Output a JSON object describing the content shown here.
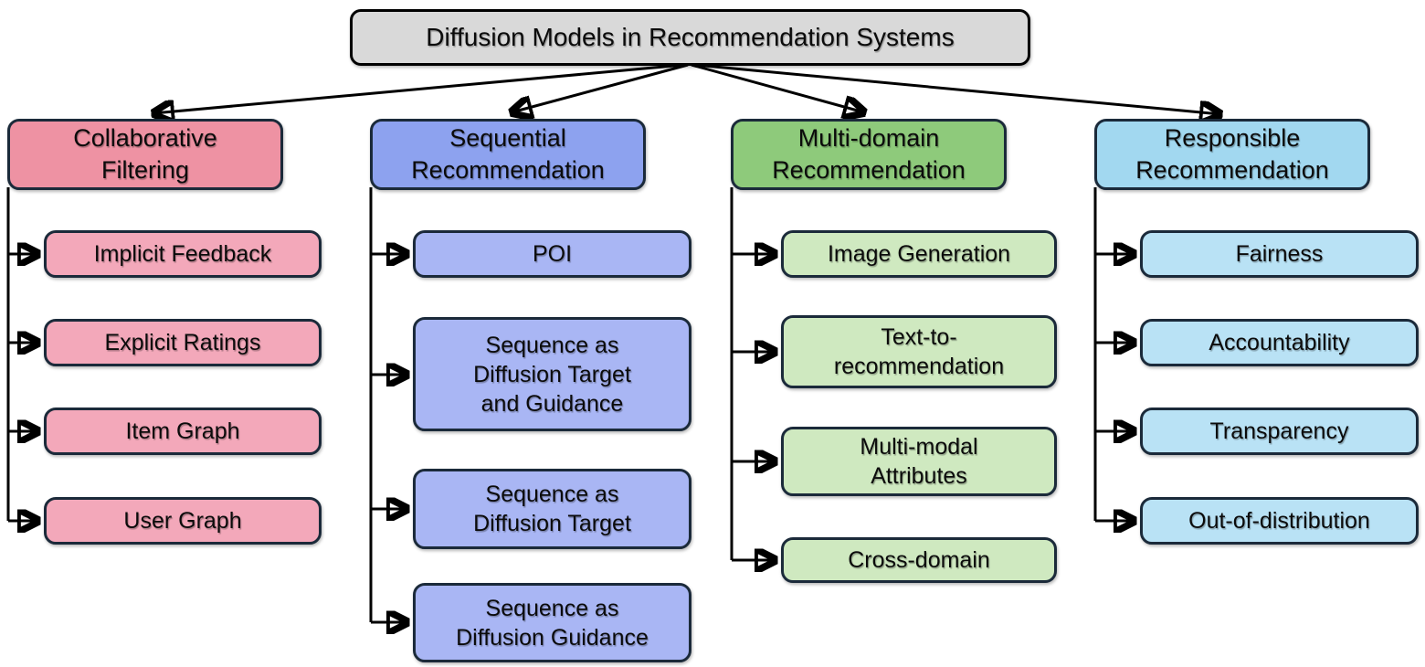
{
  "figure": {
    "title_note": "taxonomy diagram",
    "root": {
      "label": "Diffusion Models in Recommendation Systems",
      "fill": "#d9d9d9",
      "border_color": "#000000"
    },
    "box_border_color": "#1b2a3a",
    "connector_color": "#000000",
    "branches": [
      {
        "label": "Collaborative\nFiltering",
        "header_fill": "#ee92a3",
        "child_fill": "#f3a8ba",
        "children": [
          "Implicit Feedback",
          "Explicit Ratings",
          "Item Graph",
          "User Graph"
        ]
      },
      {
        "label": "Sequential\nRecommendation",
        "header_fill": "#8da2ef",
        "child_fill": "#a9b6f4",
        "children": [
          "POI",
          "Sequence as\nDiffusion Target\nand Guidance",
          "Sequence as\nDiffusion Target",
          "Sequence as\nDiffusion Guidance"
        ]
      },
      {
        "label": "Multi-domain\nRecommendation",
        "header_fill": "#8eca7b",
        "child_fill": "#cfe9c0",
        "children": [
          "Image Generation",
          "Text-to-\nrecommendation",
          "Multi-modal\nAttributes",
          "Cross-domain"
        ]
      },
      {
        "label": "Responsible\nRecommendation",
        "header_fill": "#a2d8f0",
        "child_fill": "#b9e2f5",
        "children": [
          "Fairness",
          "Accountability",
          "Transparency",
          "Out-of-distribution"
        ]
      }
    ]
  }
}
